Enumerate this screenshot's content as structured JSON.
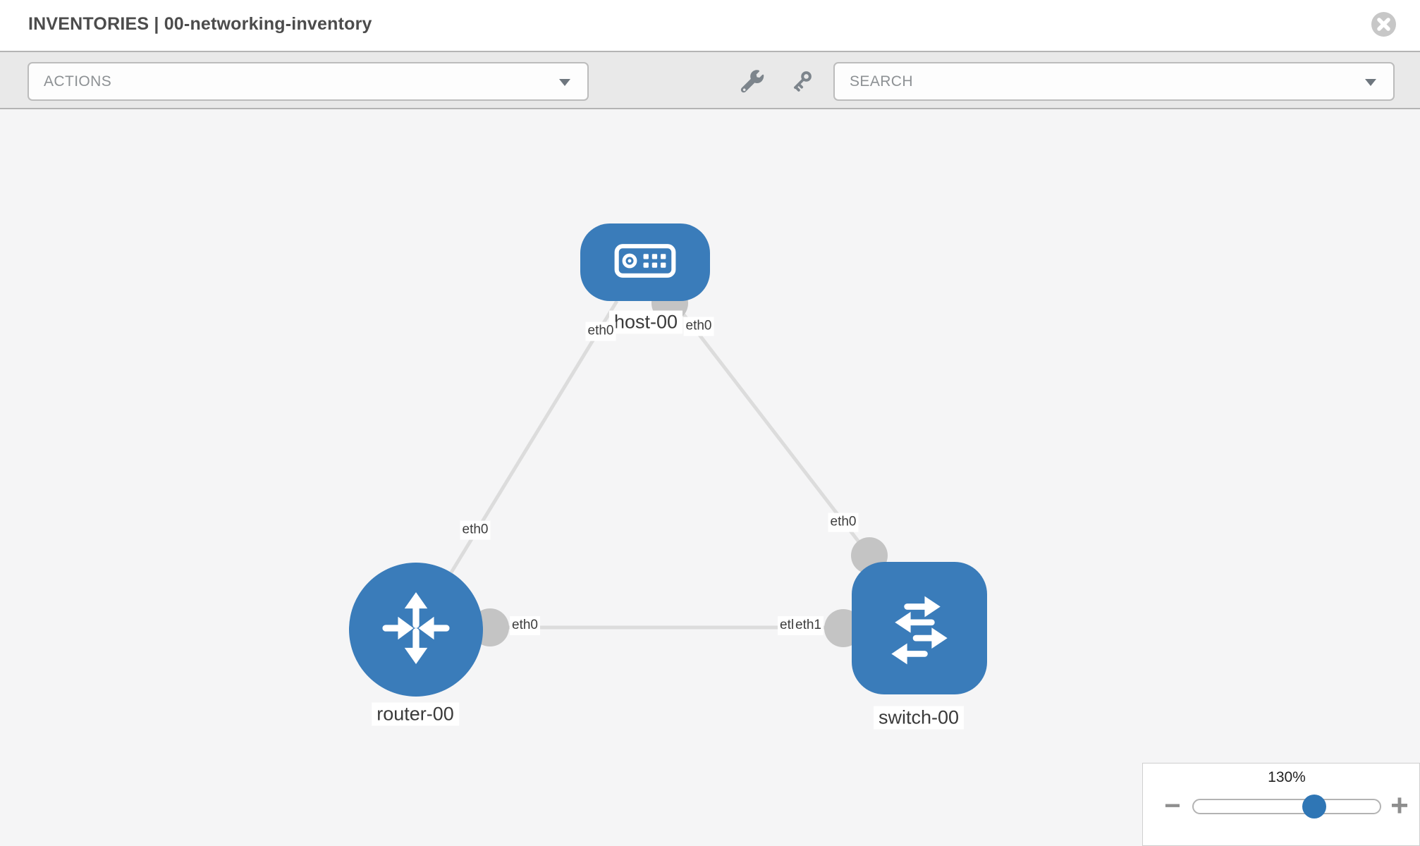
{
  "header": {
    "title": "INVENTORIES | 00-networking-inventory"
  },
  "toolbar": {
    "actions_label": "ACTIONS",
    "search_placeholder": "SEARCH",
    "icons": [
      "wrench-icon",
      "key-icon"
    ]
  },
  "diagram": {
    "nodes": [
      {
        "id": "host-00",
        "type": "host",
        "label": "host-00"
      },
      {
        "id": "router-00",
        "type": "router",
        "label": "router-00"
      },
      {
        "id": "switch-00",
        "type": "switch",
        "label": "switch-00"
      }
    ],
    "edges": [
      {
        "from": "host-00",
        "from_iface": "eth0",
        "to": "router-00",
        "to_iface": "eth0"
      },
      {
        "from": "host-00",
        "from_iface": "eth0",
        "to": "switch-00",
        "to_iface": "eth0"
      },
      {
        "from": "router-00",
        "from_iface": "eth0",
        "to": "switch-00",
        "to_iface": "eth1"
      }
    ],
    "overlap_hidden_iface": "eth0"
  },
  "zoom_control": {
    "level": "130%",
    "minus_label": "−",
    "plus_label": "+"
  },
  "colors": {
    "node_blue": "#3a7cba",
    "slider_handle_blue": "#2f76b5",
    "edge_gray": "#dcdcdc",
    "port_gray": "#c4c4c4",
    "toolbar_bg": "#e9e9e9",
    "canvas_bg": "#f5f5f6",
    "title_text": "#4c4c4c"
  }
}
